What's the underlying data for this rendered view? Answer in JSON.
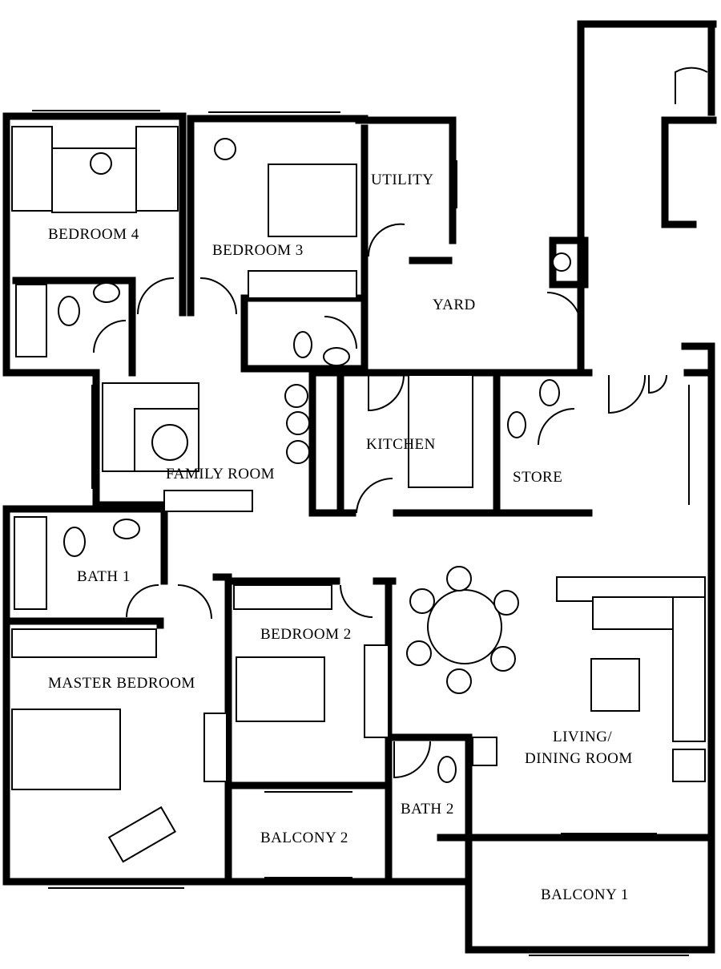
{
  "rooms": {
    "bedroom4": "BEDROOM 4",
    "bedroom3": "BEDROOM 3",
    "utility": "UTILITY",
    "yard": "YARD",
    "family_room": "FAMILY ROOM",
    "kitchen": "KITCHEN",
    "store": "STORE",
    "bath1": "BATH 1",
    "bedroom2": "BEDROOM 2",
    "master_bedroom": "MASTER BEDROOM",
    "living_line1": "LIVING/",
    "living_line2": "DINING ROOM",
    "bath2": "BATH 2",
    "balcony2": "BALCONY 2",
    "balcony1": "BALCONY 1"
  }
}
